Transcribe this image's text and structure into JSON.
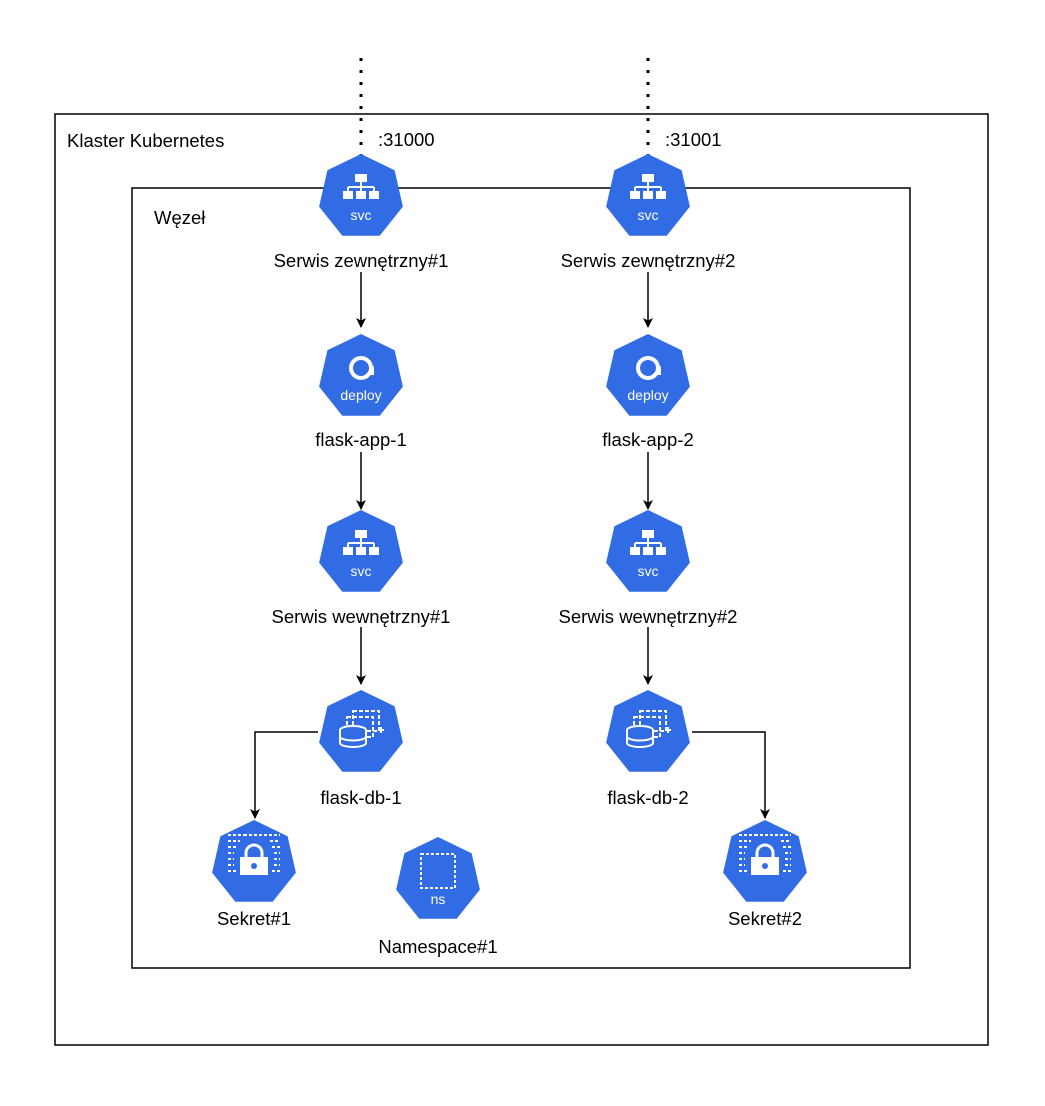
{
  "cluster": {
    "label": "Klaster Kubernetes"
  },
  "node": {
    "label": "Węzeł"
  },
  "ports": {
    "left": ":31000",
    "right": ":31001"
  },
  "colors": {
    "k8s_blue": "#326CE5",
    "white": "#FFFFFF",
    "line": "#000000"
  },
  "components": {
    "ext_svc_1": {
      "icon": "svc-icon",
      "badge": "svc",
      "label": "Serwis zewnętrzny#1"
    },
    "ext_svc_2": {
      "icon": "svc-icon",
      "badge": "svc",
      "label": "Serwis zewnętrzny#2"
    },
    "deploy_1": {
      "icon": "deploy-icon",
      "badge": "deploy",
      "label": "flask-app-1"
    },
    "deploy_2": {
      "icon": "deploy-icon",
      "badge": "deploy",
      "label": "flask-app-2"
    },
    "int_svc_1": {
      "icon": "svc-icon",
      "badge": "svc",
      "label": "Serwis wewnętrzny#1"
    },
    "int_svc_2": {
      "icon": "svc-icon",
      "badge": "svc",
      "label": "Serwis wewnętrzny#2"
    },
    "db_1": {
      "icon": "statefulset-icon",
      "label": "flask-db-1"
    },
    "db_2": {
      "icon": "statefulset-icon",
      "label": "flask-db-2"
    },
    "secret_1": {
      "icon": "secret-icon",
      "label": "Sekret#1"
    },
    "secret_2": {
      "icon": "secret-icon",
      "label": "Sekret#2"
    },
    "namespace_1": {
      "icon": "namespace-icon",
      "badge": "ns",
      "label": "Namespace#1"
    }
  }
}
